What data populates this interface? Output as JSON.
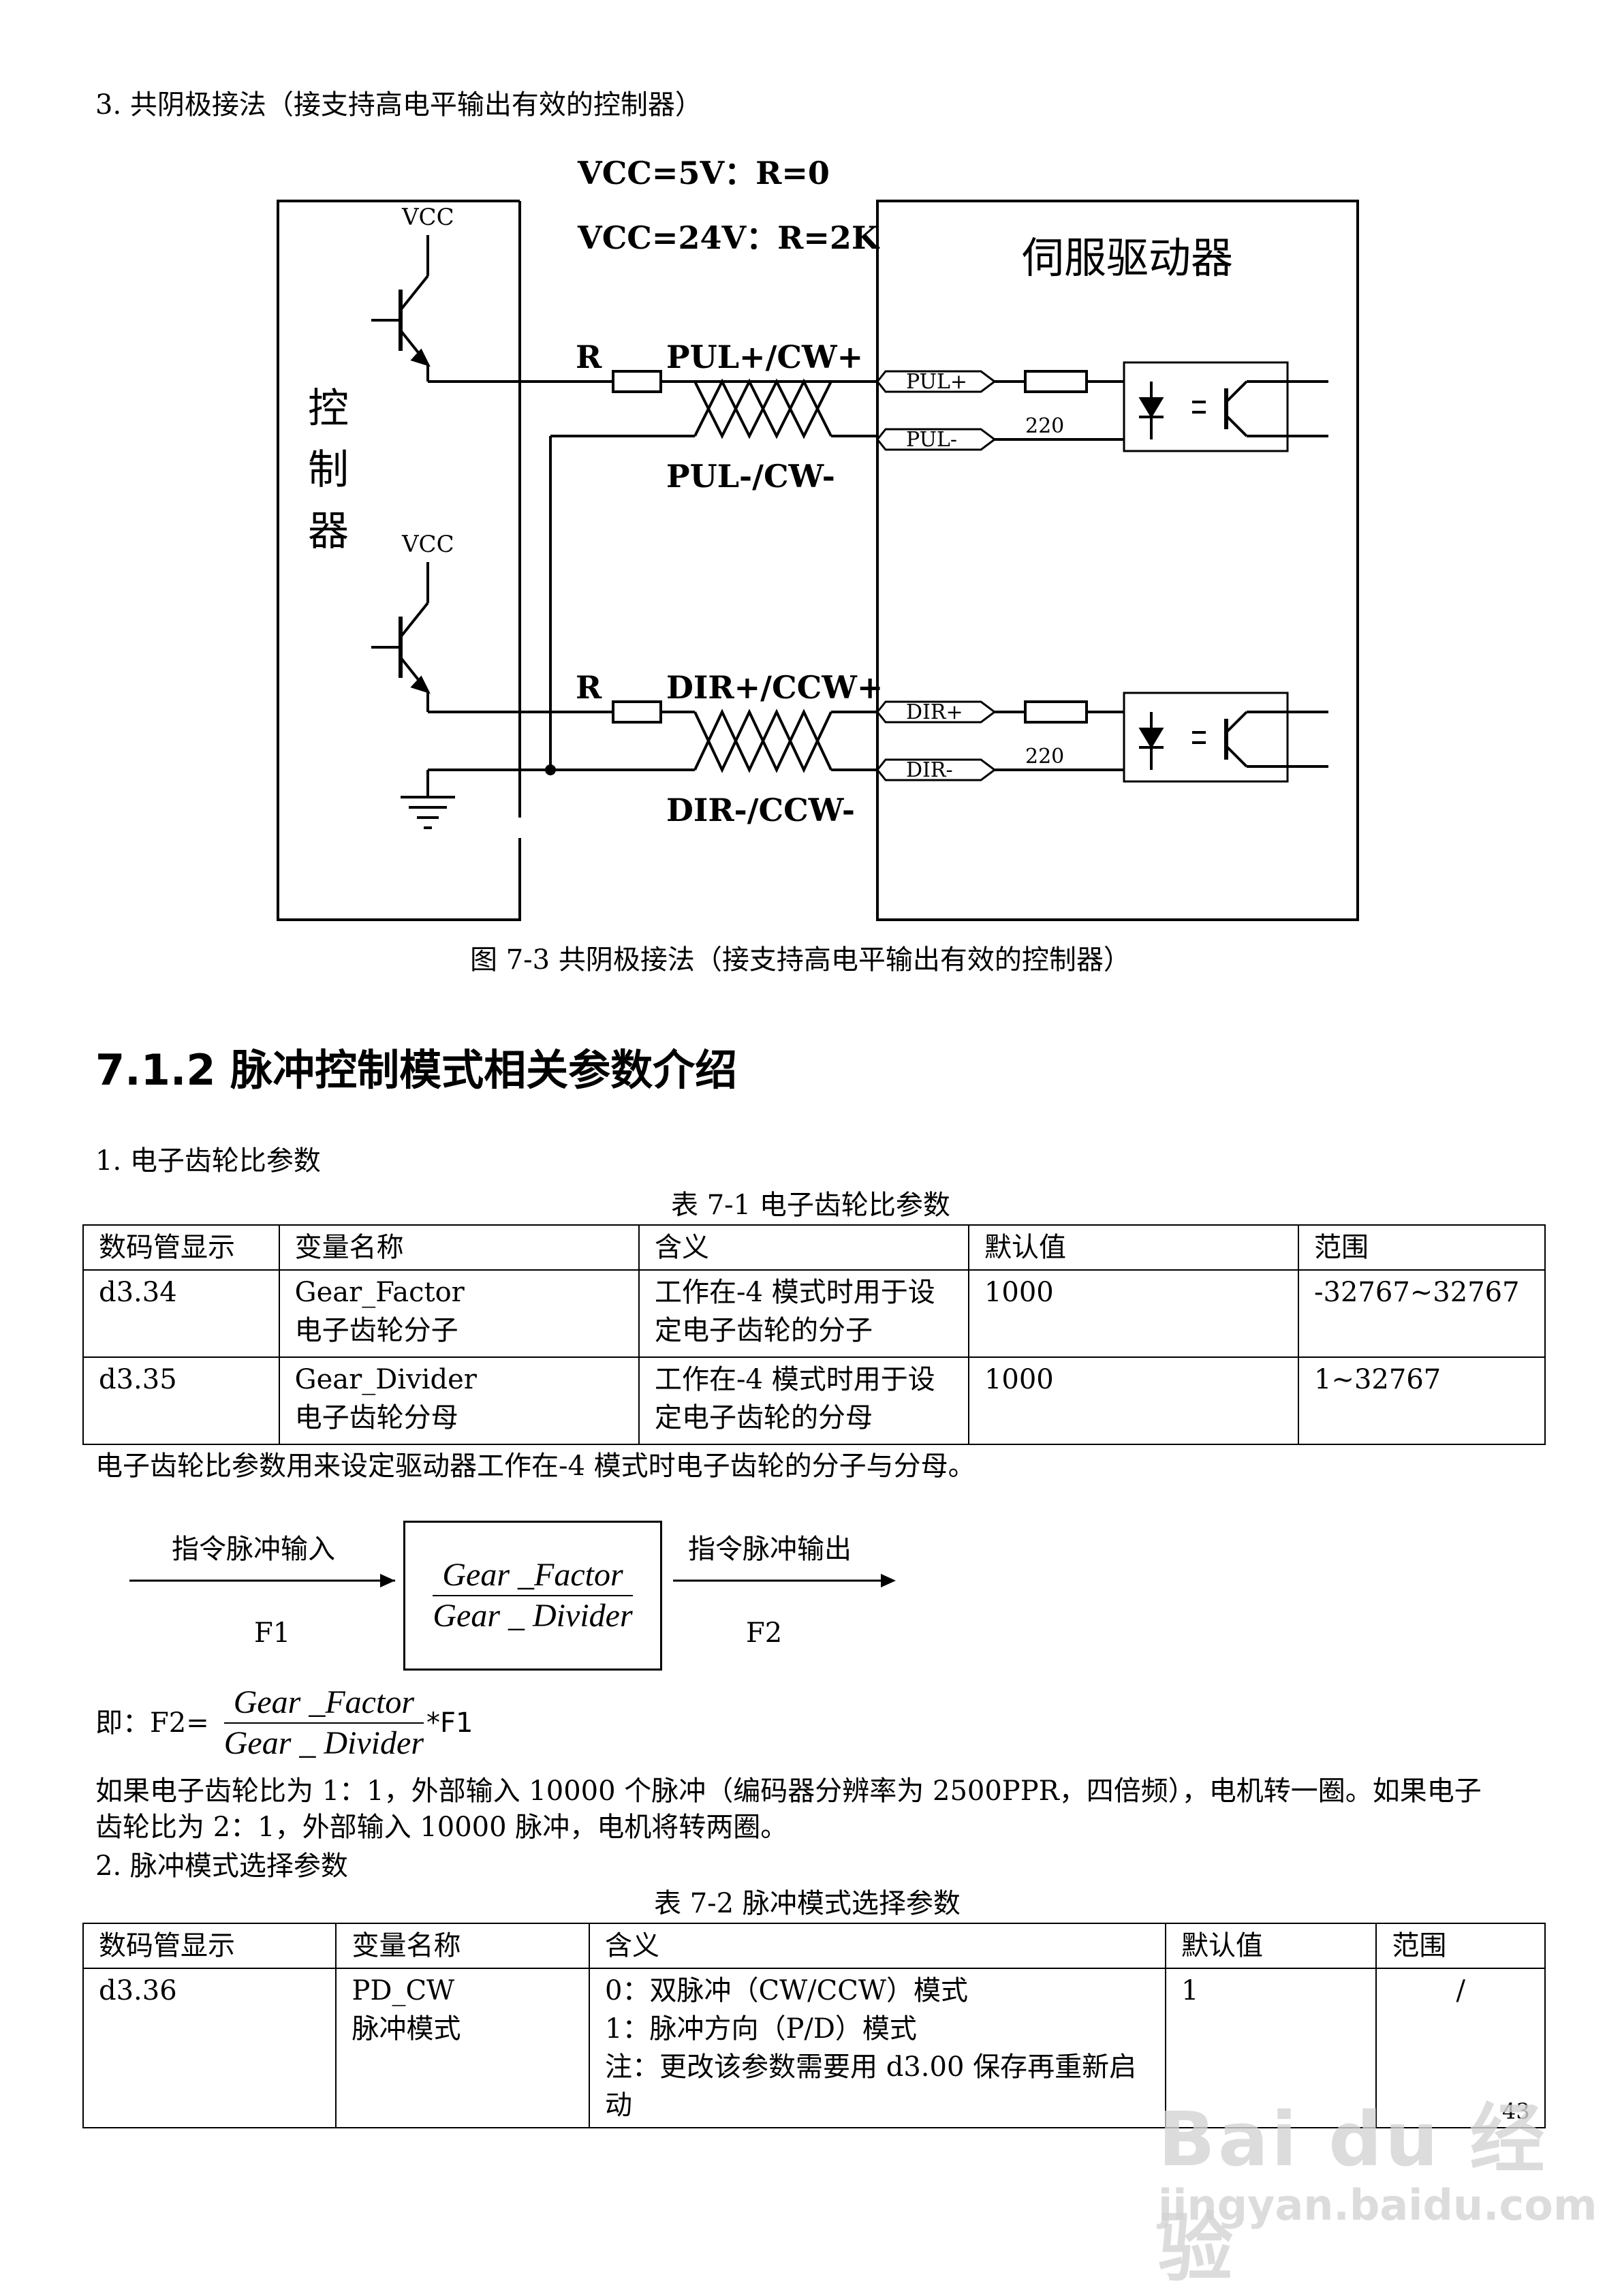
{
  "section3": {
    "title": "3. 共阴极接法（接支持高电平输出有效的控制器）"
  },
  "circuit": {
    "note_line1": "VCC=5V：R=0",
    "note_line2": "VCC=24V：R=2K",
    "controller_label": [
      "控",
      "制",
      "器"
    ],
    "servo_label": "伺服驱动器",
    "vcc_label": "VCC",
    "r_label": "R",
    "pul_plus_wire": "PUL+/CW+",
    "pul_minus_wire": "PUL-/CW-",
    "dir_plus_wire": "DIR+/CCW+",
    "dir_minus_wire": "DIR-/CCW-",
    "pul_plus_term": "PUL+",
    "pul_minus_term": "PUL-",
    "dir_plus_term": "DIR+",
    "dir_minus_term": "DIR-",
    "resistor_value": "220"
  },
  "figure_caption": "图 7-3 共阴极接法（接支持高电平输出有效的控制器）",
  "section_heading": "7.1.2 脉冲控制模式相关参数介绍",
  "item1": {
    "title": "1. 电子齿轮比参数",
    "table_caption": "表 7-1  电子齿轮比参数",
    "headers": [
      "数码管显示",
      "变量名称",
      "含义",
      "默认值",
      "范围"
    ],
    "rows": [
      {
        "code": "d3.34",
        "name1": "Gear_Factor",
        "name2": "电子齿轮分子",
        "desc1": "工作在-4  模式时用于设",
        "desc2": "定电子齿轮的分子",
        "default": "1000",
        "range": "-32767~32767"
      },
      {
        "code": "d3.35",
        "name1": "Gear_Divider",
        "name2": "电子齿轮分母",
        "desc1": "工作在-4  模式时用于设",
        "desc2": "定电子齿轮的分母",
        "default": "1000",
        "range": "1~32767"
      }
    ],
    "after_text": "电子齿轮比参数用来设定驱动器工作在-4 模式时电子齿轮的分子与分母。"
  },
  "gear_diagram": {
    "input_label": "指令脉冲输入",
    "output_label": "指令脉冲输出",
    "f1": "F1",
    "f2": "F2",
    "numerator": "Gear _Factor",
    "denominator": "Gear _ Divider"
  },
  "formula": {
    "prefix": "即：F2=",
    "numerator": "Gear _Factor",
    "denominator": "Gear _ Divider",
    "suffix": "*F1"
  },
  "paragraph": {
    "line1": "如果电子齿轮比为 1：1，外部输入 10000 个脉冲（编码器分辨率为 2500PPR，四倍频），电机转一圈。如果电子",
    "line2": "齿轮比为 2：1，外部输入 10000 脉冲，电机将转两圈。"
  },
  "item2": {
    "title": "2. 脉冲模式选择参数",
    "table_caption": "表 7-2  脉冲模式选择参数",
    "headers": [
      "数码管显示",
      "变量名称",
      "含义",
      "默认值",
      "范围"
    ],
    "row": {
      "code": "d3.36",
      "name1": "PD_CW",
      "name2": "脉冲模式",
      "desc1": "0：双脉冲（CW/CCW）模式",
      "desc2": "1：脉冲方向（P/D）模式",
      "desc3": "注：更改该参数需要用 d3.00 保存再重新启",
      "desc4": "动",
      "default": "1",
      "range": "/"
    }
  },
  "page_number": "43",
  "watermark": {
    "brand": "Bai du 经验",
    "url": "jingyan.baidu.com"
  }
}
